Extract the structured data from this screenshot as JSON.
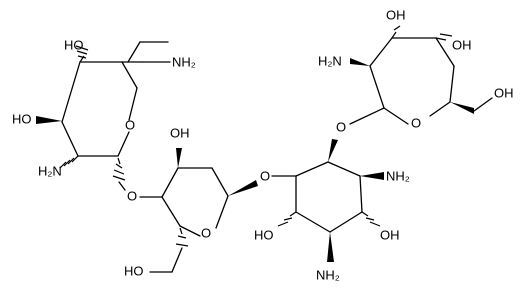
{
  "labels": {
    "nh2_top": "NH₂",
    "ho_a1": "HO",
    "ho_a2": "HO",
    "h2n_a": "H₂N",
    "o_ring_a": "O",
    "o_link1": "O",
    "oh_b": "OH",
    "o_ring_b": "O",
    "ho_b_ch2": "HO",
    "o_link2": "O",
    "o_link3": "O",
    "nh2_c": "NH₂",
    "ho_c": "HO",
    "oh_c": "OH",
    "nh2_c2": "NH₂",
    "h2n_d": "H₂N",
    "oh_d1": "OH",
    "oh_d2": "OH",
    "o_ring_d": "O",
    "oh_d3": "OH"
  }
}
